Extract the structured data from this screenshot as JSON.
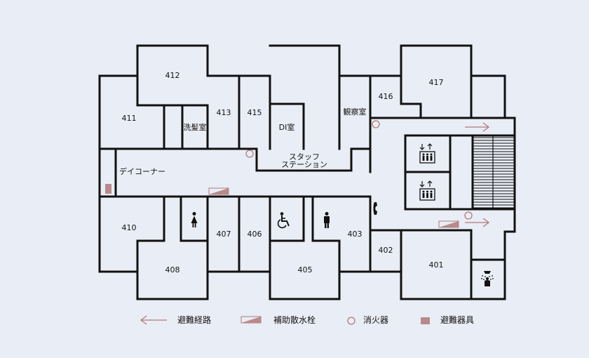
{
  "colors": {
    "background": "#e9edf5",
    "wall": "#111111",
    "accent": "#b0797c",
    "accent_fill": "#b88a8c"
  },
  "rooms": {
    "r412": "412",
    "r411": "411",
    "r413": "413",
    "r415": "415",
    "r417": "417",
    "r416": "416",
    "washroom": "洗髪室",
    "di_room": "DI室",
    "observation": "観察室",
    "staff_station_line1": "スタッフ",
    "staff_station_line2": "ステーション",
    "day_corner": "デイコーナー",
    "r410": "410",
    "r408": "408",
    "r407": "407",
    "r406": "406",
    "r405": "405",
    "r403": "403",
    "r402": "402",
    "r401": "401"
  },
  "icons": {
    "evacuation_arrow": "arrow-right-icon",
    "fire_hydrant": "fire-hydrant-icon",
    "extinguisher": "fire-extinguisher-icon",
    "evacuation_equipment": "evacuation-equipment-icon",
    "elevator": "elevator-icon",
    "phone": "phone-icon",
    "female_toilet": "female-toilet-icon",
    "male_toilet": "male-toilet-icon",
    "accessible_toilet": "wheelchair-icon",
    "shower": "shower-icon",
    "stairs": "stairs-icon"
  },
  "legend": {
    "evacuation_route": "避難経路",
    "auxiliary_hydrant": "補助散水栓",
    "fire_extinguisher": "消火器",
    "evacuation_equipment": "避難器具"
  }
}
